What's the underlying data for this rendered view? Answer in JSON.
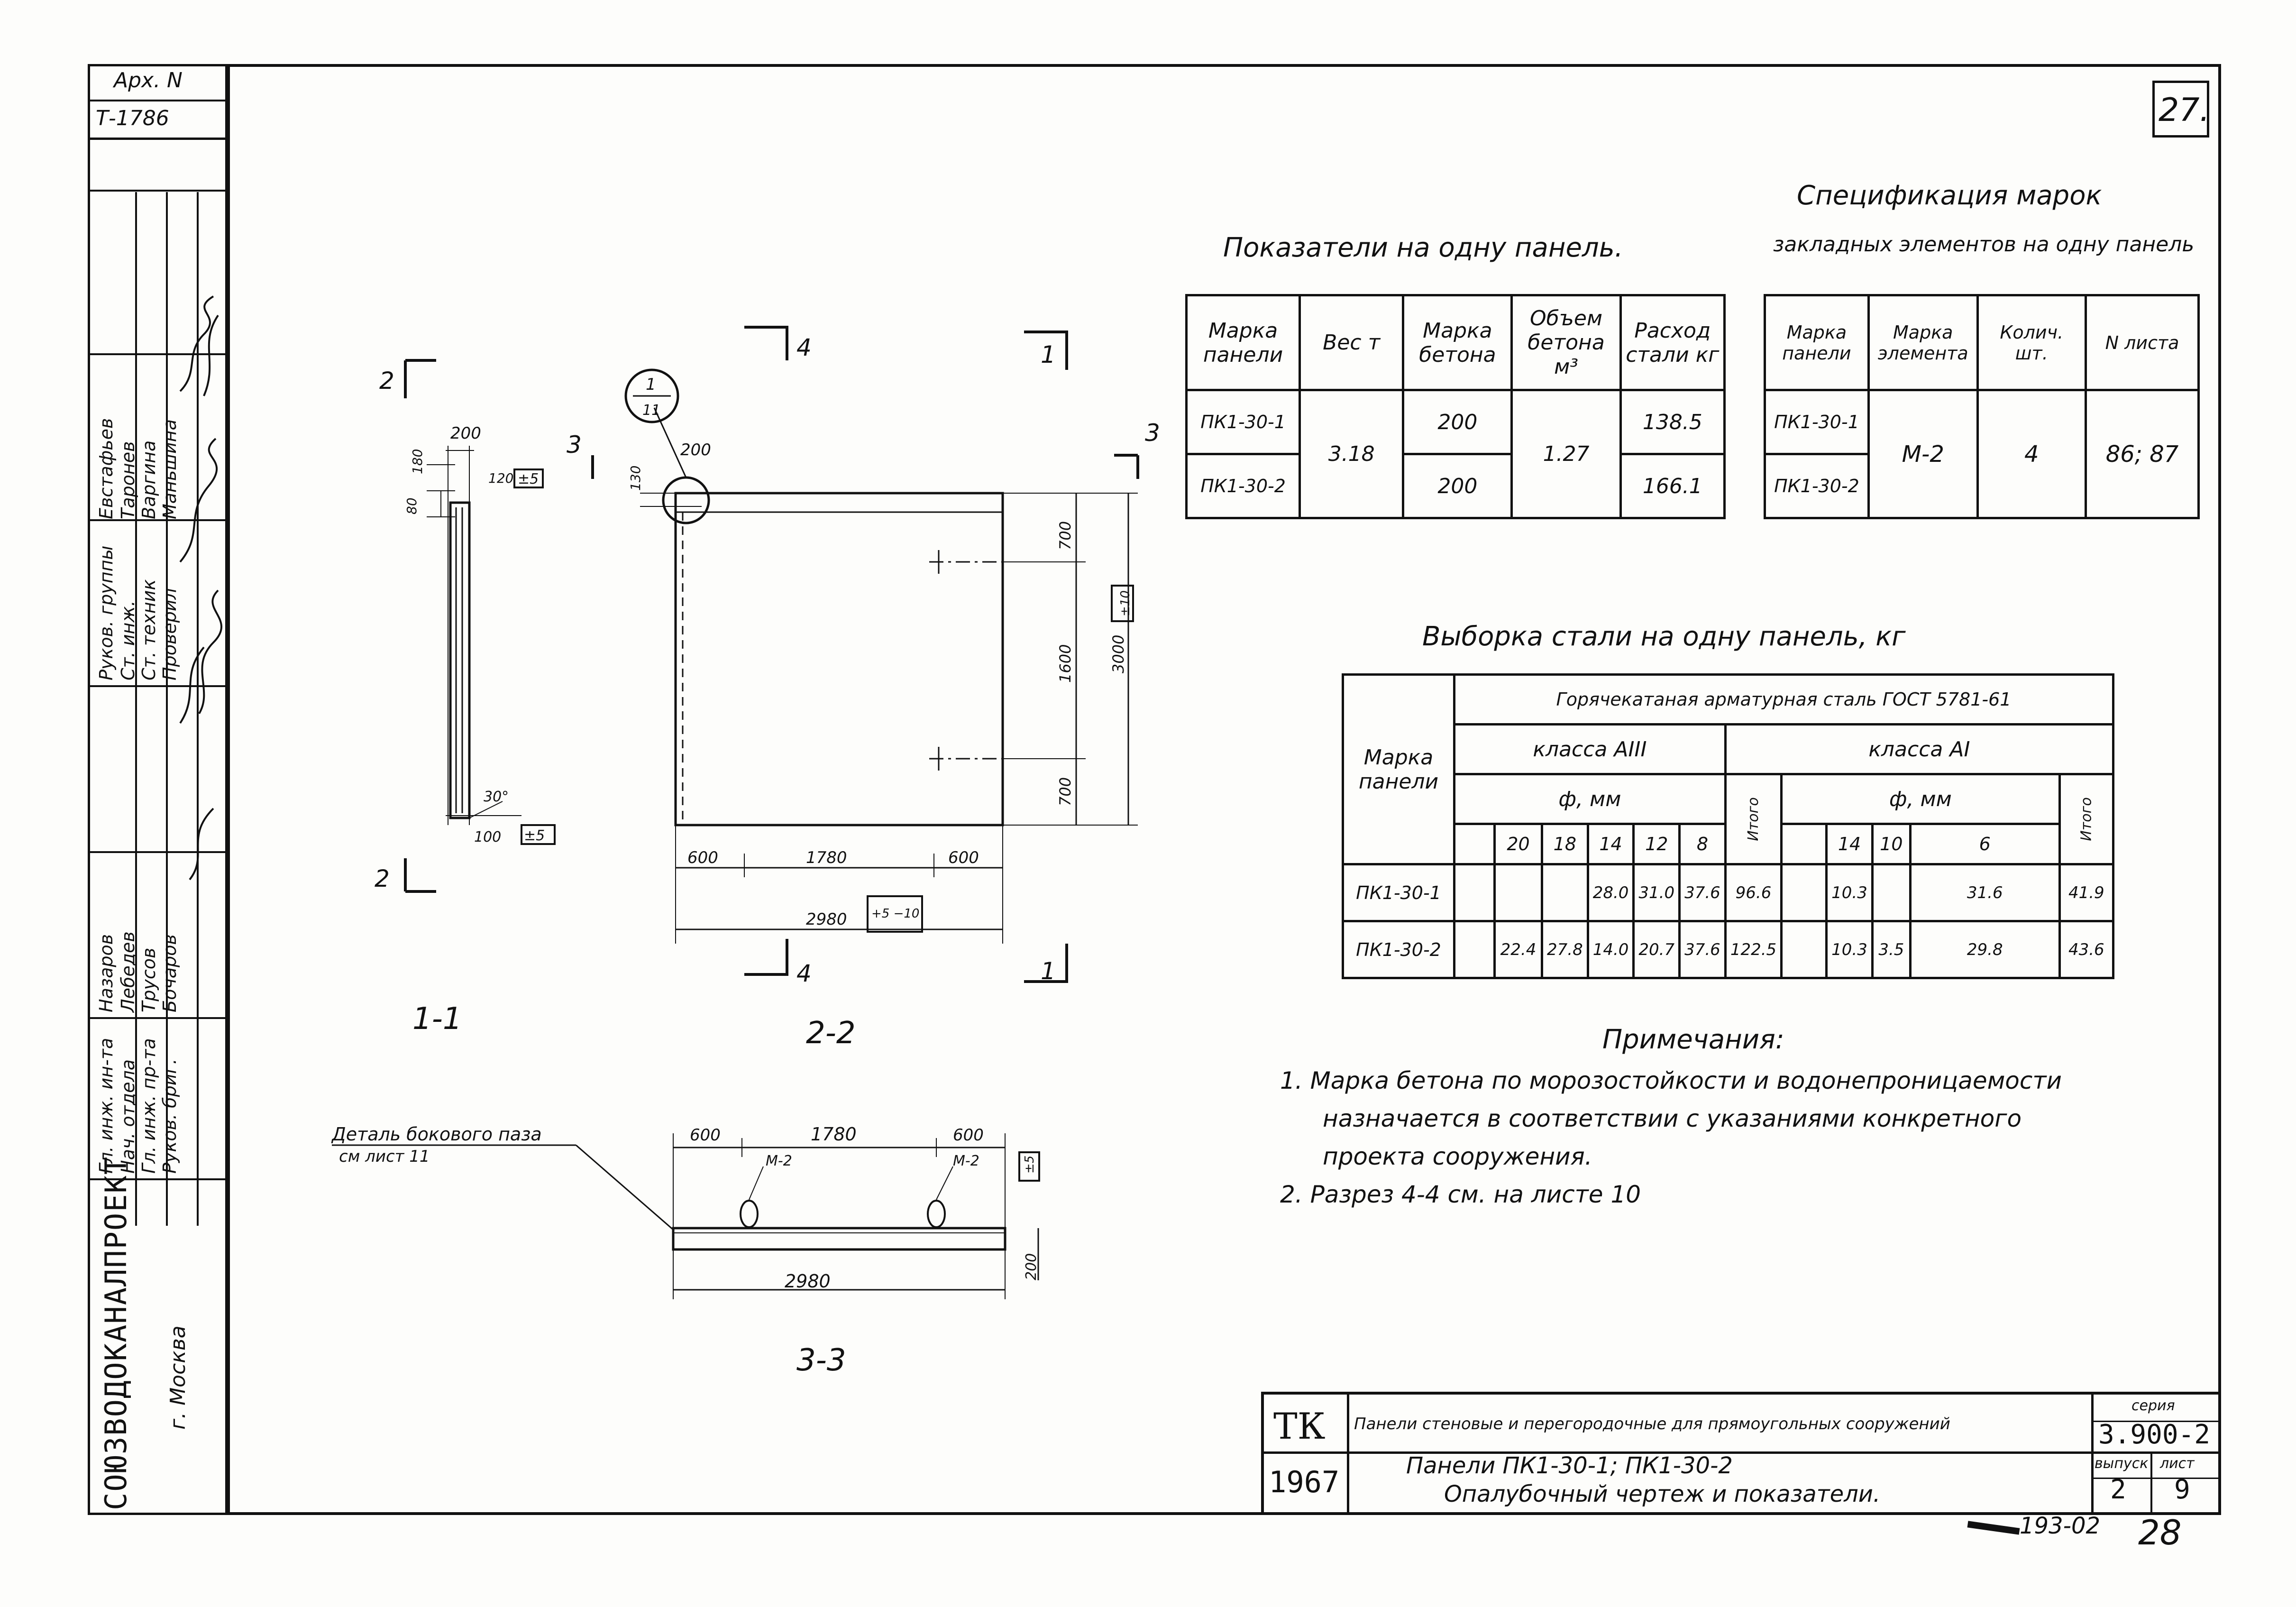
{
  "archive": {
    "label": "Арх. N",
    "number": "Т-1786"
  },
  "page_number_top": "27.",
  "page_number_bottom": "28",
  "archive_code": "193-02",
  "side_stamp": {
    "organization": "СОЮЗВОДОКАНАЛПРОЕКТ",
    "city": "г. Москва",
    "rows": [
      {
        "role": "Гл. инж. ин-та",
        "name": "Назаров"
      },
      {
        "role": "Нач. отдела",
        "name": "Лебедев"
      },
      {
        "role": "Гл. инж. пр-та",
        "name": "Трусов"
      },
      {
        "role": "Руков. бриг.",
        "name": "Бочаров"
      },
      {
        "role": "Руков. группы",
        "name": "Евстафьев"
      },
      {
        "role": "Ст. инж.",
        "name": "Таронев"
      },
      {
        "role": "Ст. техник",
        "name": "Варгина"
      },
      {
        "role": "Проверил",
        "name": "Маньшина"
      }
    ]
  },
  "indicators": {
    "title": "Показатели на одну панель.",
    "headers": [
      "Марка панели",
      "Вес т",
      "Марка бетона",
      "Объем бетона м³",
      "Расход стали кг"
    ],
    "rows": [
      {
        "mark": "ПК1-30-1",
        "weight": "3.18",
        "concrete": "200",
        "volume": "1.27",
        "steel": "138.5"
      },
      {
        "mark": "ПК1-30-2",
        "weight": "",
        "concrete": "200",
        "volume": "",
        "steel": "166.1"
      }
    ]
  },
  "embedded_spec": {
    "title_line1": "Спецификация марок",
    "title_line2": "закладных элементов на одну панель",
    "headers": [
      "Марка панели",
      "Марка элемента",
      "Колич. шт.",
      "N листа"
    ],
    "rows": [
      {
        "mark": "ПК1-30-1",
        "element": "М-2",
        "qty": "4",
        "sheet": "86; 87"
      },
      {
        "mark": "ПК1-30-2",
        "element": "",
        "qty": "",
        "sheet": ""
      }
    ]
  },
  "steel_selection": {
    "title": "Выборка стали на одну панель, кг",
    "header_mark": "Марка панели",
    "header_group": "Горячекатаная арматурная сталь ГОСТ 5781-61",
    "class_a3": "класса АIII",
    "class_a1": "класса АI",
    "diam_label": "ф, мм",
    "total_label": "Итого",
    "diams_a3": [
      "20",
      "18",
      "14",
      "12",
      "8"
    ],
    "diams_a1": [
      "14",
      "10",
      "6"
    ],
    "rows": [
      {
        "mark": "ПК1-30-1",
        "a3": [
          "",
          "",
          "28.0",
          "31.0",
          "37.6"
        ],
        "a3_total": "96.6",
        "a1": [
          "10.3",
          "",
          "31.6"
        ],
        "a1_total": "41.9"
      },
      {
        "mark": "ПК1-30-2",
        "a3": [
          "22.4",
          "27.8",
          "14.0",
          "20.7",
          "37.6"
        ],
        "a3_total": "122.5",
        "a1": [
          "10.3",
          "3.5",
          "29.8"
        ],
        "a1_total": "43.6"
      }
    ]
  },
  "notes": {
    "title": "Примечания:",
    "items": [
      "1. Марка бетона по морозостойкости и водонепроницаемости",
      "назначается в соответствии с указаниями конкретного",
      "проекта сооружения.",
      "2. Разрез 4-4 см. на листе 10"
    ]
  },
  "drawings": {
    "sec11": {
      "label": "1-1",
      "d200": "200",
      "d120": "120",
      "d180": "180",
      "d80": "80",
      "d100": "100",
      "tol": "±5",
      "angle": "30°"
    },
    "sec22": {
      "label": "2-2",
      "d600a": "600",
      "d1780": "1780",
      "d600b": "600",
      "d2980": "2980",
      "d700a": "700",
      "d1600": "1600",
      "d700b": "700",
      "d3000": "3000",
      "tol_w": "+5 −10",
      "tol_h": "±10",
      "d200": "200",
      "d130": "130",
      "callout_num": "1",
      "callout_sheet": "11"
    },
    "sec33": {
      "label": "3-3",
      "d600a": "600",
      "d1780": "1780",
      "d600b": "600",
      "d2980": "2980",
      "d200": "200",
      "tol": "±5",
      "m2": "М-2",
      "detail_line1": "Деталь бокового паза",
      "detail_line2": "см лист 11"
    },
    "cut_labels": [
      "2",
      "2",
      "4",
      "4",
      "1",
      "1",
      "3",
      "3"
    ]
  },
  "title_block": {
    "tk": "ТК",
    "year": "1967",
    "desc_line1": "Панели стеновые и перегородочные для прямоугольных сооружений",
    "desc_line2": "Панели ПК1-30-1;   ПК1-30-2",
    "desc_line3": "Опалубочный чертеж и показатели.",
    "series_label": "серия",
    "series_value": "3.900-2",
    "issue_label": "выпуск",
    "issue_value": "2",
    "sheet_label": "лист",
    "sheet_value": "9"
  }
}
